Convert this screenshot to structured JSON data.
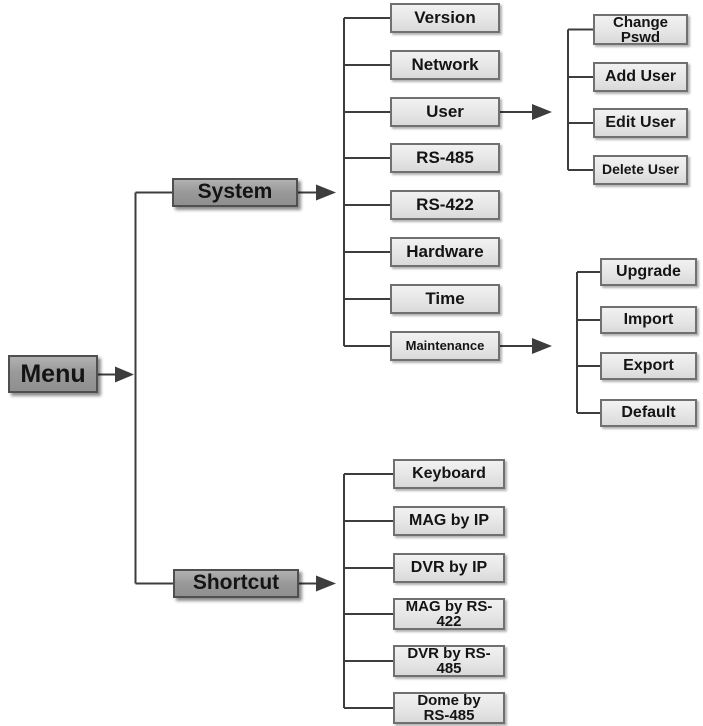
{
  "colors": {
    "dark_box_fill": "#9a9a9a",
    "light_box_fill": "#e6e6e6",
    "dark_box_border": "#4f4f4f",
    "light_box_border": "#707070",
    "connector_line": "#3d3d3d",
    "text": "#141414",
    "background": "#ffffff"
  },
  "tree": {
    "root_label": "Menu",
    "system_label": "System",
    "shortcut_label": "Shortcut",
    "system_items": {
      "version": "Version",
      "network": "Network",
      "user": "User",
      "rs485": "RS-485",
      "rs422": "RS-422",
      "hardware": "Hardware",
      "time": "Time",
      "maintenance": "Maintenance"
    },
    "user_items": {
      "change_pswd": "Change\nPswd",
      "add_user": "Add User",
      "edit_user": "Edit User",
      "delete_user": "Delete User"
    },
    "maintenance_items": {
      "upgrade": "Upgrade",
      "import": "Import",
      "export": "Export",
      "default": "Default"
    },
    "shortcut_items": {
      "keyboard": "Keyboard",
      "mag_by_ip": "MAG by IP",
      "dvr_by_ip": "DVR by IP",
      "mag_by_rs422": "MAG by RS-\n422",
      "dvr_by_rs485": "DVR by RS-\n485",
      "dome_by_rs485": "Dome by\nRS-485"
    }
  }
}
